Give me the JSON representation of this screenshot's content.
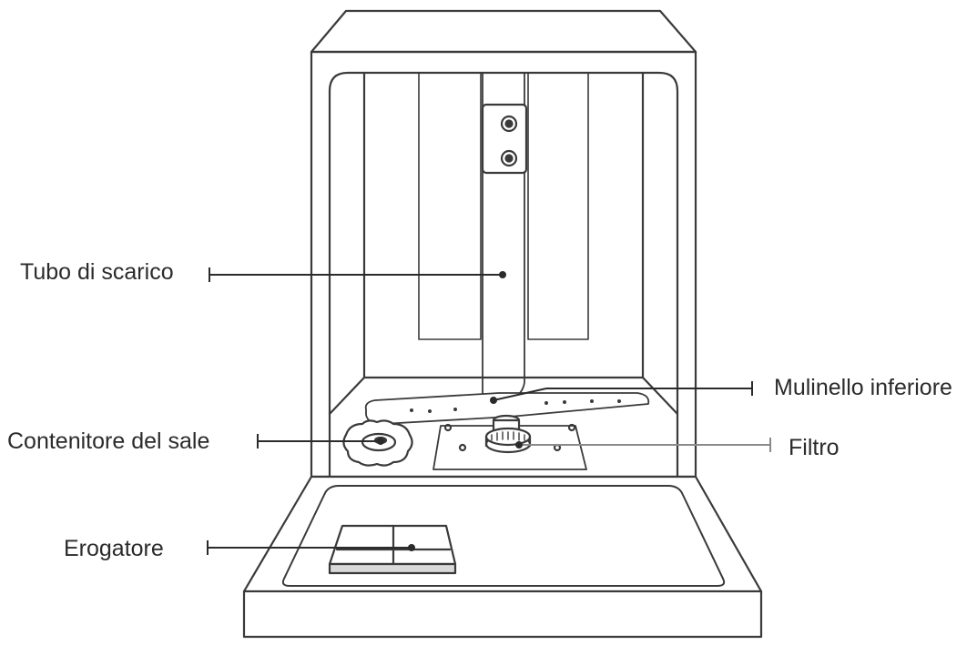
{
  "diagram": {
    "labels": {
      "tubo": "Tubo di scarico",
      "mulinello": "Mulinello inferiore",
      "contenitore": "Contenitore del sale",
      "filtro": "Filtro",
      "erogatore": "Erogatore"
    }
  }
}
